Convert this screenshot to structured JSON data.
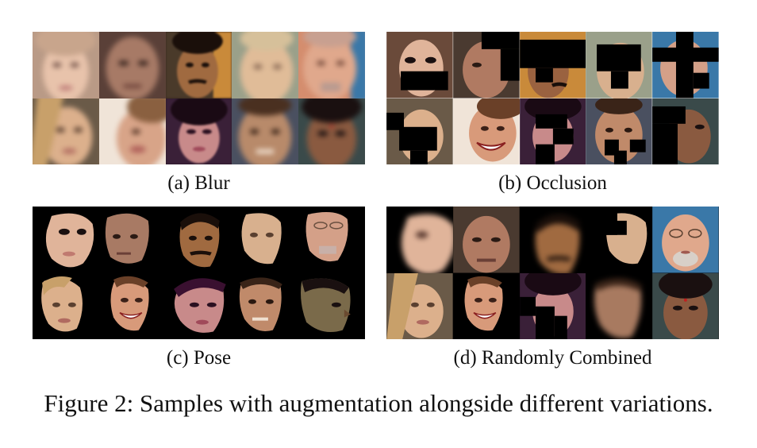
{
  "panels": [
    {
      "id": "a",
      "caption": "(a) Blur"
    },
    {
      "id": "b",
      "caption": "(b) Occlusion"
    },
    {
      "id": "c",
      "caption": "(c) Pose"
    },
    {
      "id": "d",
      "caption": "(d) Randomly Combined"
    }
  ],
  "figure_caption": "Figure 2: Samples with augmentation alongside different variations.",
  "colors": {
    "skin_light": "#e0b49a",
    "skin_mid": "#c48f6e",
    "skin_dark": "#8a5a3a",
    "hair_blonde": "#c9a46a",
    "hair_dark": "#2a1a14",
    "bg_blue": "#3a6f99",
    "bg_black": "#000000"
  }
}
